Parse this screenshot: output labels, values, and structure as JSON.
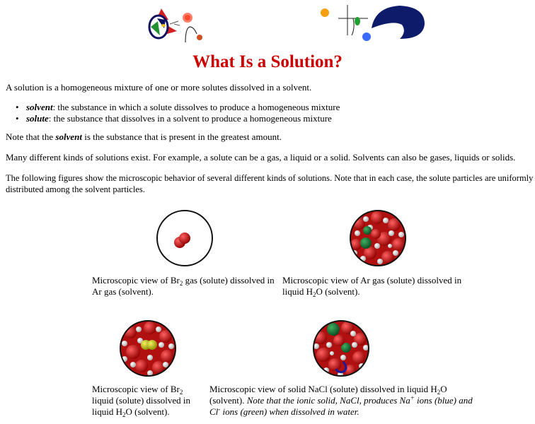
{
  "header": {
    "banner_images": [
      "abstract-figure-art-left",
      "abstract-figure-art-right"
    ],
    "title": "What Is a Solution?",
    "title_color": "#cc0000"
  },
  "intro": "A solution is a homogeneous mixture of one or more solutes dissolved in a solvent.",
  "definitions": [
    {
      "term": "solvent",
      "text": ": the substance in which a solute dissolves to produce a homogeneous mixture"
    },
    {
      "term": "solute",
      "text": ": the substance that dissolves in a solvent to produce a homogeneous mixture"
    }
  ],
  "note": {
    "prefix": "Note that the ",
    "term": "solvent",
    "suffix": " is the substance that is present in the greatest amount."
  },
  "kinds_paragraph": "Many different kinds of solutions exist. For example, a solute can be a gas, a liquid or a solid. Solvents can also be gases, liquids or solids.",
  "figures_intro_line1": "The following figures show the microscopic behavior of several different kinds of solutions. Note that in each case, the solute particles are uniformly",
  "figures_intro_line2": "distributed among the solvent particles.",
  "figures": [
    {
      "image": "br2-gas-in-ar-gas",
      "caption_parts": [
        "Microscopic view of Br",
        "2",
        " gas (solute) dissolved in",
        "Ar gas (solvent)."
      ]
    },
    {
      "image": "ar-gas-in-liquid-water",
      "caption_parts": [
        "Microscopic view of Ar gas (solute) dissolved in",
        "liquid H",
        "2",
        "O (solvent)."
      ]
    },
    {
      "image": "br2-liquid-in-liquid-water",
      "caption_parts": [
        "Microscopic view of Br",
        "2",
        "liquid (solute) dissolved in",
        "liquid H",
        "2",
        "O (solvent)."
      ]
    },
    {
      "image": "nacl-solid-in-liquid-water",
      "caption_parts": [
        "Microscopic view of solid NaCl (solute) dissolved in liquid H",
        "2",
        "O",
        "(solvent). ",
        "Note that the ionic solid, NaCl, produces Na",
        "+",
        " ions (blue) and",
        "Cl",
        "-",
        " ions (green) when dissolved in water."
      ]
    }
  ],
  "colors": {
    "water_oxygen": "#c41010",
    "water_hydrogen": "#e8e8e8",
    "argon": "#1a7a3a",
    "bromine_gas": "#c01818",
    "bromine_liquid": "#c8c820",
    "sodium": "#1a1a9a",
    "chloride": "#1a7a3a"
  }
}
